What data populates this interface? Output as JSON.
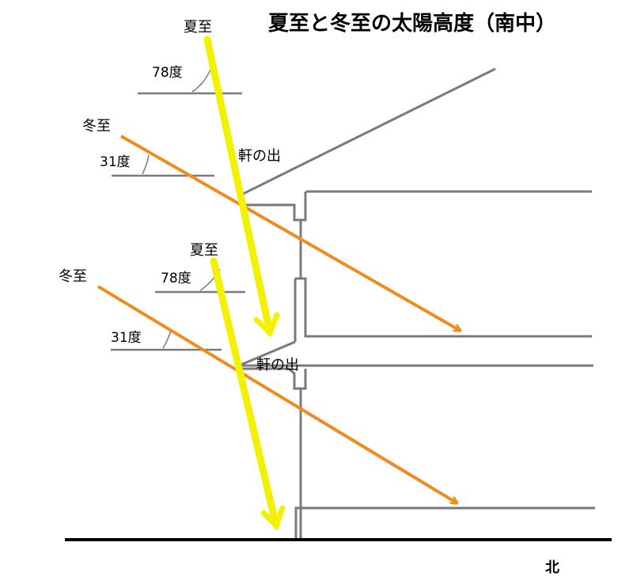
{
  "title": "夏至と冬至の太陽高度（南中）",
  "upper": {
    "summer_label": "夏至",
    "summer_angle": "78度",
    "winter_label": "冬至",
    "winter_angle": "31度",
    "eave_label": "軒の出"
  },
  "lower": {
    "summer_label": "夏至",
    "summer_angle": "78度",
    "winter_label": "冬至",
    "winter_angle": "31度",
    "eave_label": "軒の出"
  },
  "direction_label": "北",
  "colors": {
    "summer_ray": "#f2f200",
    "winter_ray": "#f08c1c",
    "building": "#7a7a7a",
    "ground": "#000000"
  }
}
